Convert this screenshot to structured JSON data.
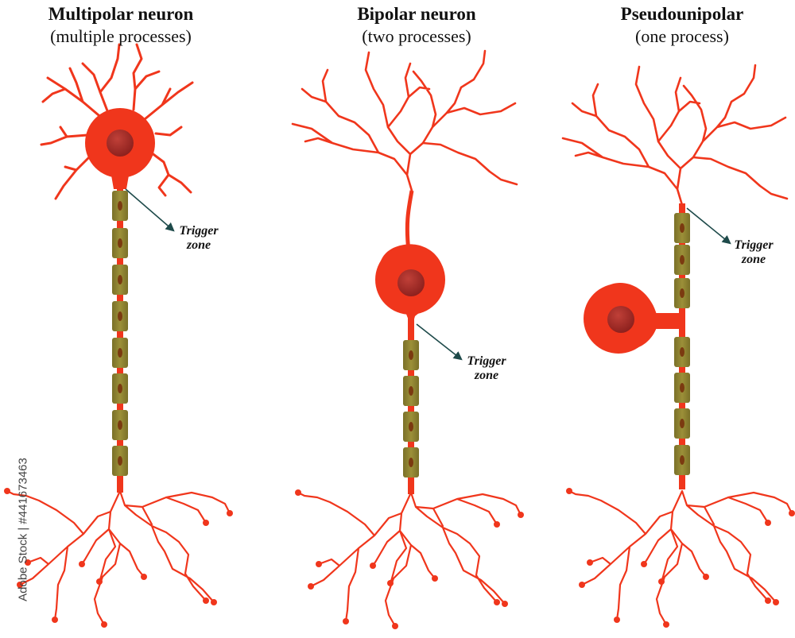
{
  "neurons": [
    {
      "title": "Multipolar neuron",
      "subtitle": "(multiple processes)",
      "label": "Trigger zone"
    },
    {
      "title": "Bipolar neuron",
      "subtitle": "(two processes)",
      "label": "Trigger zone"
    },
    {
      "title": "Pseudounipolar",
      "subtitle": "(one process)",
      "label": "Trigger zone"
    }
  ],
  "watermark": "Adobe Stock | #441673463",
  "colors": {
    "neuron": "#f0361c",
    "nucleus": "#a52a24",
    "myelin": "#8f8430",
    "arrow": "#1e4a4a"
  }
}
